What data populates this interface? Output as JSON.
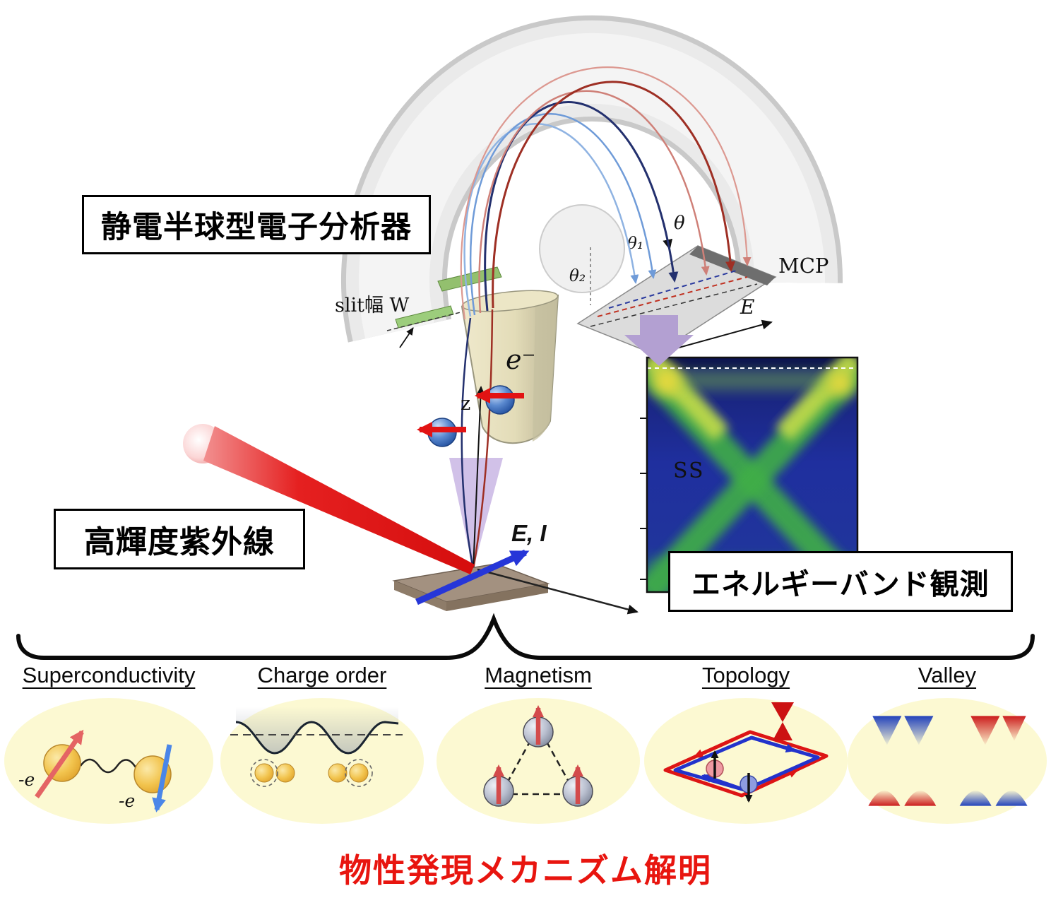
{
  "figure": {
    "analyzer_label": "静電半球型電子分析器",
    "uv_label": "高輝度紫外線",
    "band_label": "エネルギーバンド観測",
    "footer_label": "物性発現メカニズム解明"
  },
  "apparatus": {
    "slit_label": "slit幅 W",
    "mcp_label": "MCP",
    "plate_axis_label": "E",
    "theta_label": "θ",
    "theta1_label": "θ₁",
    "theta2_label": "θ₂",
    "z_axis_label": "z",
    "electron_label": "e⁻",
    "field_label": "E, I"
  },
  "band_panel": {
    "ss_label": "SS"
  },
  "phenomena": {
    "items": [
      {
        "label": "Superconductivity",
        "minus_e": "-e"
      },
      {
        "label": "Charge order"
      },
      {
        "label": "Magnetism"
      },
      {
        "label": "Topology"
      },
      {
        "label": "Valley"
      }
    ]
  },
  "colors": {
    "uv_beam_red": "#e01010",
    "field_arrow_blue": "#2636d8",
    "footer_red": "#e8150f",
    "ellipse_yellow": "#fcf9d2",
    "band_background_blue": "#1f2f9e",
    "band_dispersion_green": "#3fae46"
  }
}
